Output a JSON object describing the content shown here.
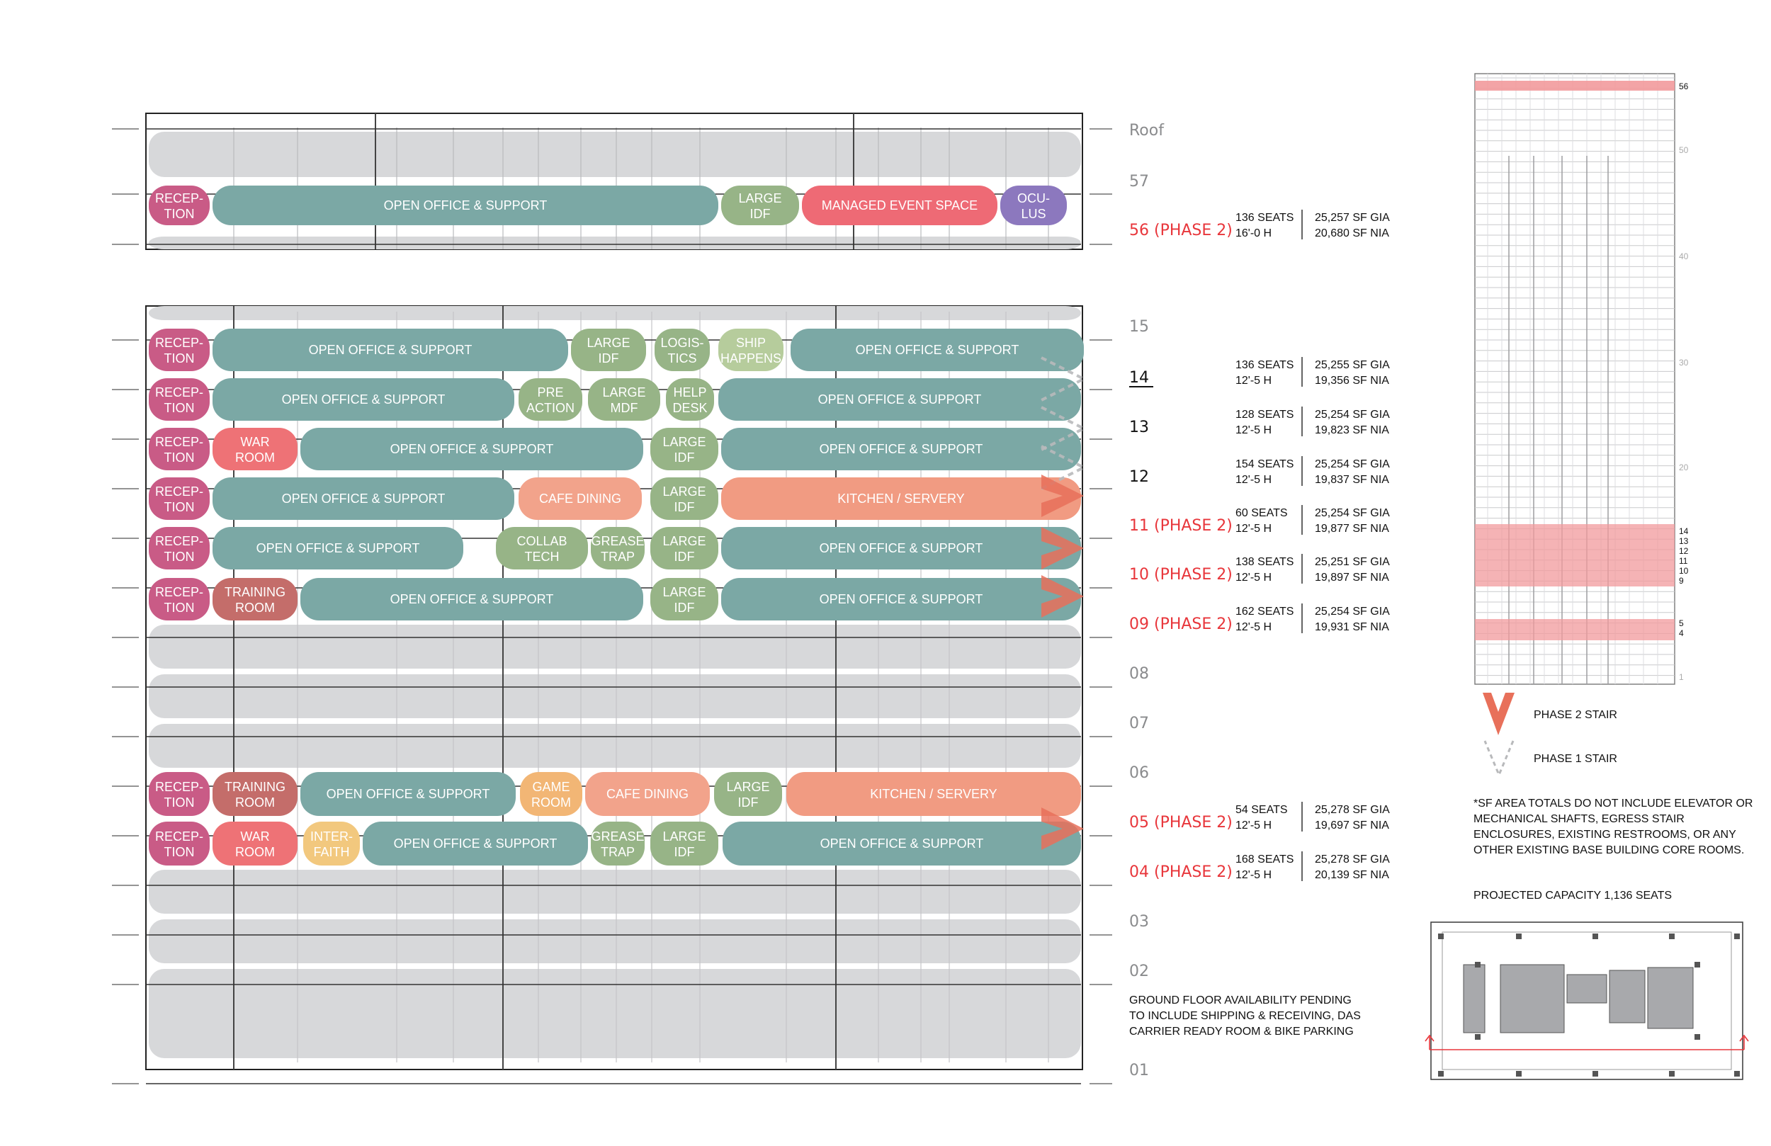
{
  "colors": {
    "reception": "#c95b86",
    "office": "#7ba8a5",
    "idf": "#97b487",
    "ship": "#b6cc9c",
    "event": "#ee6a75",
    "oculus": "#8c78be",
    "war": "#ee7276",
    "training": "#c46d6a",
    "cafe": "#f2a38b",
    "kitchen": "#f19b82",
    "game": "#f2b675",
    "interfaith": "#f2c87e",
    "grey": "#d7d8da",
    "red_label": "#e8363b",
    "phase2_stair": "#e8705a",
    "phase1_stair": "#b8b9bb"
  },
  "floors": [
    {
      "id": "roof",
      "label": "Roof",
      "phase": false
    },
    {
      "id": "57",
      "label": "57",
      "phase": false
    },
    {
      "id": "56",
      "label": "56 (PHASE 2)",
      "phase": true,
      "seats": "136 SEATS",
      "height": "16'-0 H",
      "gia": "25,257 SF GIA",
      "nia": "20,680 SF NIA"
    },
    {
      "id": "15",
      "label": "15",
      "phase": false
    },
    {
      "id": "14",
      "label": "14",
      "phase": false,
      "dark": true,
      "seats": "136 SEATS",
      "height": "12'-5 H",
      "gia": "25,255 SF GIA",
      "nia": "19,356 SF NIA"
    },
    {
      "id": "13",
      "label": "13",
      "phase": false,
      "dark": true,
      "seats": "128 SEATS",
      "height": "12'-5 H",
      "gia": "25,254 SF GIA",
      "nia": "19,823 SF NIA"
    },
    {
      "id": "12",
      "label": "12",
      "phase": false,
      "dark": true,
      "seats": "154 SEATS",
      "height": "12'-5 H",
      "gia": "25,254 SF GIA",
      "nia": "19,837 SF NIA"
    },
    {
      "id": "11",
      "label": "11 (PHASE 2)",
      "phase": true,
      "seats": "60 SEATS",
      "height": "12'-5 H",
      "gia": "25,254 SF GIA",
      "nia": "19,877 SF NIA"
    },
    {
      "id": "10",
      "label": "10 (PHASE 2)",
      "phase": true,
      "seats": "138 SEATS",
      "height": "12'-5 H",
      "gia": "25,251 SF GIA",
      "nia": "19,897 SF NIA"
    },
    {
      "id": "09",
      "label": "09 (PHASE 2)",
      "phase": true,
      "seats": "162 SEATS",
      "height": "12'-5 H",
      "gia": "25,254 SF GIA",
      "nia": "19,931 SF NIA"
    },
    {
      "id": "08",
      "label": "08",
      "phase": false
    },
    {
      "id": "07",
      "label": "07",
      "phase": false
    },
    {
      "id": "06",
      "label": "06",
      "phase": false
    },
    {
      "id": "05",
      "label": "05 (PHASE 2)",
      "phase": true,
      "seats": "54 SEATS",
      "height": "12'-5 H",
      "gia": "25,278 SF GIA",
      "nia": "19,697 SF NIA"
    },
    {
      "id": "04",
      "label": "04 (PHASE 2)",
      "phase": true,
      "seats": "168 SEATS",
      "height": "12'-5 H",
      "gia": "25,278 SF GIA",
      "nia": "20,139 SF NIA"
    },
    {
      "id": "03",
      "label": "03",
      "phase": false
    },
    {
      "id": "02",
      "label": "02",
      "phase": false
    },
    {
      "id": "01",
      "label": "01",
      "phase": false
    }
  ],
  "rooms": {
    "56": [
      [
        "RECEP-|TION",
        "reception"
      ],
      [
        "OPEN OFFICE & SUPPORT",
        "office"
      ],
      [
        "LARGE|IDF",
        "idf"
      ],
      [
        "MANAGED EVENT SPACE",
        "event"
      ],
      [
        "OCU-|LUS",
        "oculus"
      ]
    ],
    "14": [
      [
        "RECEP-|TION",
        "reception"
      ],
      [
        "OPEN OFFICE & SUPPORT",
        "office"
      ],
      [
        "LARGE|IDF",
        "idf"
      ],
      [
        "LOGIS-|TICS",
        "idf"
      ],
      [
        "SHIP|HAPPENS",
        "ship"
      ],
      [
        "OPEN OFFICE & SUPPORT",
        "office"
      ]
    ],
    "13": [
      [
        "RECEP-|TION",
        "reception"
      ],
      [
        "OPEN OFFICE & SUPPORT",
        "office"
      ],
      [
        "PRE|ACTION",
        "idf"
      ],
      [
        "LARGE|MDF",
        "idf"
      ],
      [
        "HELP|DESK",
        "idf"
      ],
      [
        "OPEN OFFICE & SUPPORT",
        "office"
      ]
    ],
    "12": [
      [
        "RECEP-|TION",
        "reception"
      ],
      [
        "WAR|ROOM",
        "war"
      ],
      [
        "OPEN OFFICE & SUPPORT",
        "office"
      ],
      [
        "LARGE|IDF",
        "idf"
      ],
      [
        "OPEN OFFICE & SUPPORT",
        "office"
      ]
    ],
    "11": [
      [
        "RECEP-|TION",
        "reception"
      ],
      [
        "OPEN OFFICE & SUPPORT",
        "office"
      ],
      [
        "CAFE DINING",
        "cafe"
      ],
      [
        "LARGE|IDF",
        "idf"
      ],
      [
        "KITCHEN / SERVERY",
        "kitchen"
      ]
    ],
    "10": [
      [
        "RECEP-|TION",
        "reception"
      ],
      [
        "OPEN OFFICE & SUPPORT",
        "office"
      ],
      [
        "COLLAB|TECH",
        "idf"
      ],
      [
        "GREASE|TRAP",
        "idf"
      ],
      [
        "LARGE|IDF",
        "idf"
      ],
      [
        "OPEN OFFICE & SUPPORT",
        "office"
      ]
    ],
    "09": [
      [
        "RECEP-|TION",
        "reception"
      ],
      [
        "TRAINING|ROOM",
        "training"
      ],
      [
        "OPEN OFFICE & SUPPORT",
        "office"
      ],
      [
        "LARGE|IDF",
        "idf"
      ],
      [
        "OPEN OFFICE & SUPPORT",
        "office"
      ]
    ],
    "05": [
      [
        "RECEP-|TION",
        "reception"
      ],
      [
        "TRAINING|ROOM",
        "training"
      ],
      [
        "OPEN OFFICE & SUPPORT",
        "office"
      ],
      [
        "GAME|ROOM",
        "game"
      ],
      [
        "CAFE DINING",
        "cafe"
      ],
      [
        "LARGE|IDF",
        "idf"
      ],
      [
        "KITCHEN / SERVERY",
        "kitchen"
      ]
    ],
    "04": [
      [
        "RECEP-|TION",
        "reception"
      ],
      [
        "WAR|ROOM",
        "war"
      ],
      [
        "INTER-|FAITH",
        "interfaith"
      ],
      [
        "OPEN OFFICE & SUPPORT",
        "office"
      ],
      [
        "GREASE|TRAP",
        "idf"
      ],
      [
        "LARGE|IDF",
        "idf"
      ],
      [
        "OPEN OFFICE & SUPPORT",
        "office"
      ]
    ]
  },
  "tower_labels": [
    "56",
    "50",
    "40",
    "30",
    "20",
    "14",
    "13",
    "12",
    "11",
    "10",
    "9",
    "5",
    "4",
    "1"
  ],
  "legend": {
    "phase2": "PHASE 2 STAIR",
    "phase1": "PHASE 1 STAIR"
  },
  "notes": {
    "sf_note": "*SF AREA TOTALS DO NOT INCLUDE ELEVATOR OR MECHANICAL SHAFTS, EGRESS STAIR ENCLOSURES, EXISTING RESTROOMS, OR ANY OTHER EXISTING BASE BUILDING CORE ROOMS.",
    "capacity": "PROJECTED CAPACITY 1,136 SEATS",
    "ground": "GROUND FLOOR AVAILABILITY PENDING TO INCLUDE SHIPPING & RECEIVING, DAS CARRIER READY ROOM & BIKE PARKING"
  }
}
